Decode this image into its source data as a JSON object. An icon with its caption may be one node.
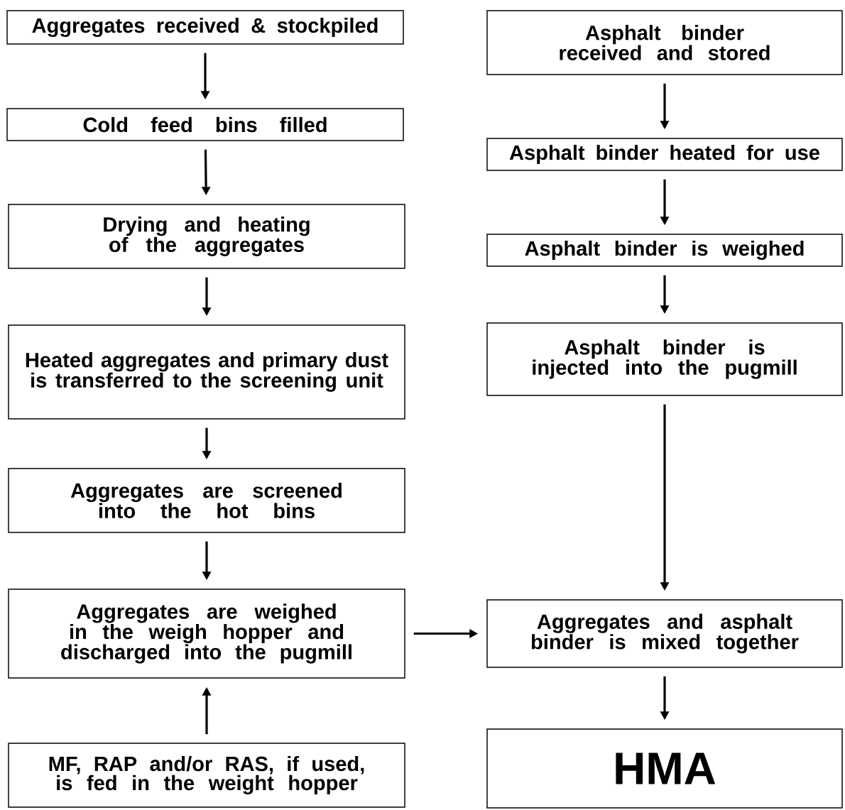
{
  "diagram": {
    "nodes": [
      {
        "text": [
          "Aggregates received & stockpiled"
        ]
      },
      {
        "text": [
          "Cold feed bins filled"
        ]
      },
      {
        "text": [
          "Drying and heating of the aggregates"
        ]
      },
      {
        "text": [
          "Heated aggregates and primary dust is transferred to the screening unit"
        ]
      },
      {
        "text": [
          "Aggregates are screened into the hot bins"
        ]
      },
      {
        "text": [
          "Aggregates are weighed in the weigh hopper and discharged into the pugmill"
        ]
      },
      {
        "text": [
          "MF, RAP and/or RAS, if used, is fed in the weight hopper"
        ]
      },
      {
        "text": [
          "Asphalt binder received and stored"
        ]
      },
      {
        "text": [
          "Asphalt binder heated for use"
        ]
      },
      {
        "text": [
          "Asphalt binder is weighed"
        ]
      },
      {
        "text": [
          "Asphalt binder is injected into the pugmill"
        ]
      },
      {
        "text": [
          "Aggregates and asphalt binder is mixed together"
        ]
      },
      {
        "text": [
          "HMA"
        ]
      }
    ],
    "edges": [
      {
        "from": 0,
        "to": 1,
        "arrow": "to"
      },
      {
        "from": 1,
        "to": 2,
        "arrow": "to"
      },
      {
        "from": 2,
        "to": 3,
        "arrow": "to"
      },
      {
        "from": 3,
        "to": 4,
        "arrow": "to"
      },
      {
        "from": 4,
        "to": 5,
        "arrow": "to"
      },
      {
        "from": 6,
        "to": 5,
        "arrow": "to"
      },
      {
        "from": 5,
        "to": 11,
        "arrow": "to"
      },
      {
        "from": 7,
        "to": 8,
        "arrow": "to"
      },
      {
        "from": 8,
        "to": 9,
        "arrow": "to"
      },
      {
        "from": 9,
        "to": 10,
        "arrow": "to"
      },
      {
        "from": 10,
        "to": 11,
        "arrow": "to"
      },
      {
        "from": 11,
        "to": 12,
        "arrow": "to"
      }
    ]
  }
}
